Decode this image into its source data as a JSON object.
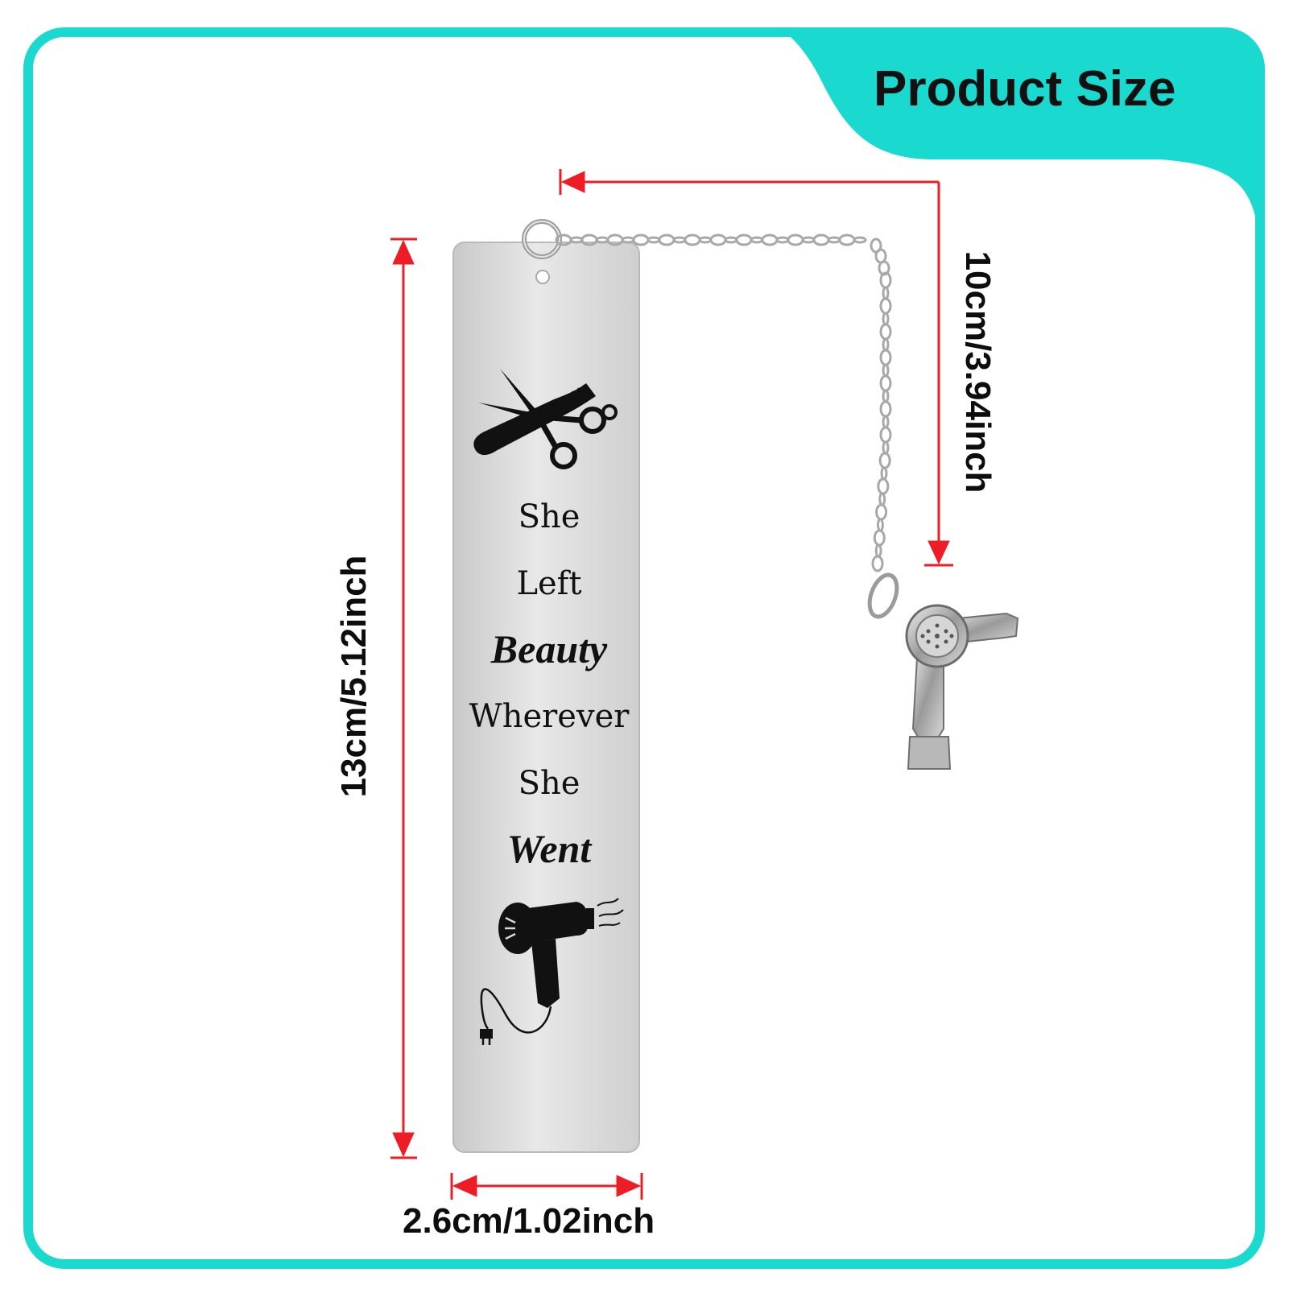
{
  "header": {
    "title": "Product Size"
  },
  "dimensions": {
    "width_label": "2.6cm/1.02inch",
    "height_label": "13cm/5.12inch",
    "chain_label": "10cm/3.94inch"
  },
  "bookmark": {
    "lines": [
      "She",
      "Left",
      "Beauty",
      "Wherever",
      "She",
      "Went"
    ]
  },
  "colors": {
    "accent": "#1ad9cf",
    "arrow": "#ee1c24",
    "metal": "#d8d8d8"
  },
  "icons": [
    "scissors-comb-icon",
    "hair-dryer-icon",
    "hair-dryer-charm-icon",
    "chain-icon",
    "ring-icon"
  ]
}
